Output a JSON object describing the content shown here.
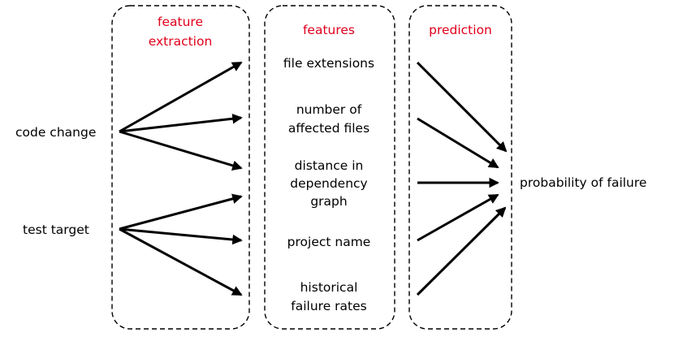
{
  "colors": {
    "title": "#e0001b",
    "text": "#000000",
    "arrow": "#000000"
  },
  "inputs": {
    "code_change": "code change",
    "test_target": "test target"
  },
  "panels": {
    "feature_extraction": {
      "title_line1": "feature",
      "title_line2": "extraction"
    },
    "features": {
      "title": "features",
      "items": [
        {
          "lines": [
            "file extensions"
          ]
        },
        {
          "lines": [
            "number of",
            "affected files"
          ]
        },
        {
          "lines": [
            "distance in",
            "dependency",
            "graph"
          ]
        },
        {
          "lines": [
            "project name"
          ]
        },
        {
          "lines": [
            "historical",
            "failure rates"
          ]
        }
      ]
    },
    "prediction": {
      "title": "prediction"
    }
  },
  "output": {
    "label": "probability of failure"
  }
}
